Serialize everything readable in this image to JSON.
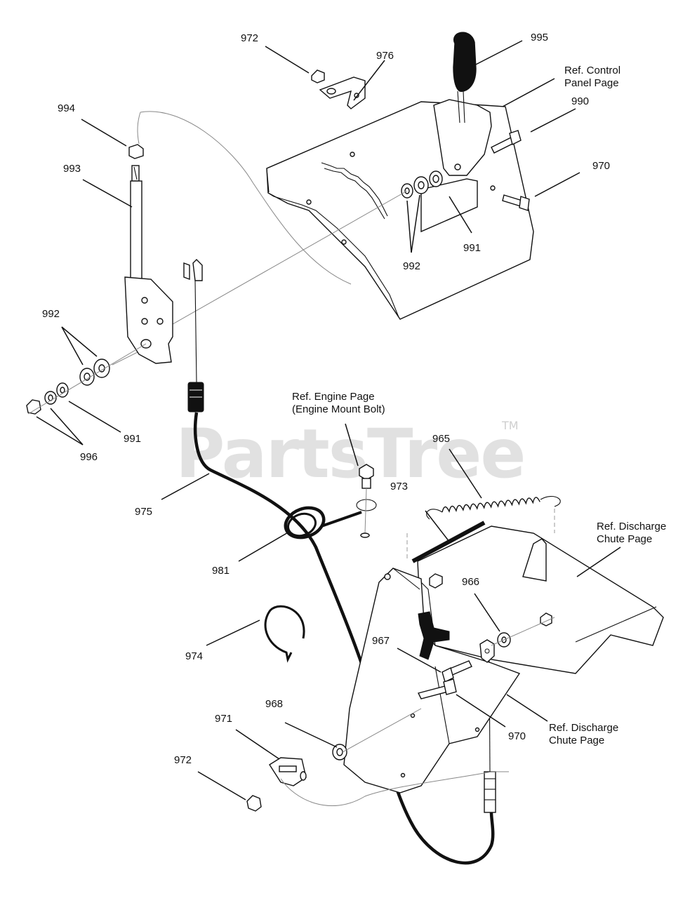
{
  "watermark": {
    "text": "PartsTree",
    "trademark": "TM"
  },
  "labels": {
    "p972a": "972",
    "p976": "976",
    "p995": "995",
    "ref_control_1": "Ref. Control",
    "ref_control_2": "Panel Page",
    "p990": "990",
    "p994": "994",
    "p993": "993",
    "p970a": "970",
    "p991a": "991",
    "p992a": "992",
    "p992b": "992",
    "p991b": "991",
    "p996": "996",
    "ref_engine_1": "Ref. Engine Page",
    "ref_engine_2": "(Engine Mount Bolt)",
    "p965": "965",
    "p975": "975",
    "p973": "973",
    "ref_chute_1a": "Ref. Discharge",
    "ref_chute_1b": "Chute Page",
    "p981": "981",
    "p966": "966",
    "p974": "974",
    "p967": "967",
    "p968": "968",
    "p971": "971",
    "p970b": "970",
    "ref_chute_2a": "Ref. Discharge",
    "ref_chute_2b": "Chute Page",
    "p972b": "972"
  }
}
